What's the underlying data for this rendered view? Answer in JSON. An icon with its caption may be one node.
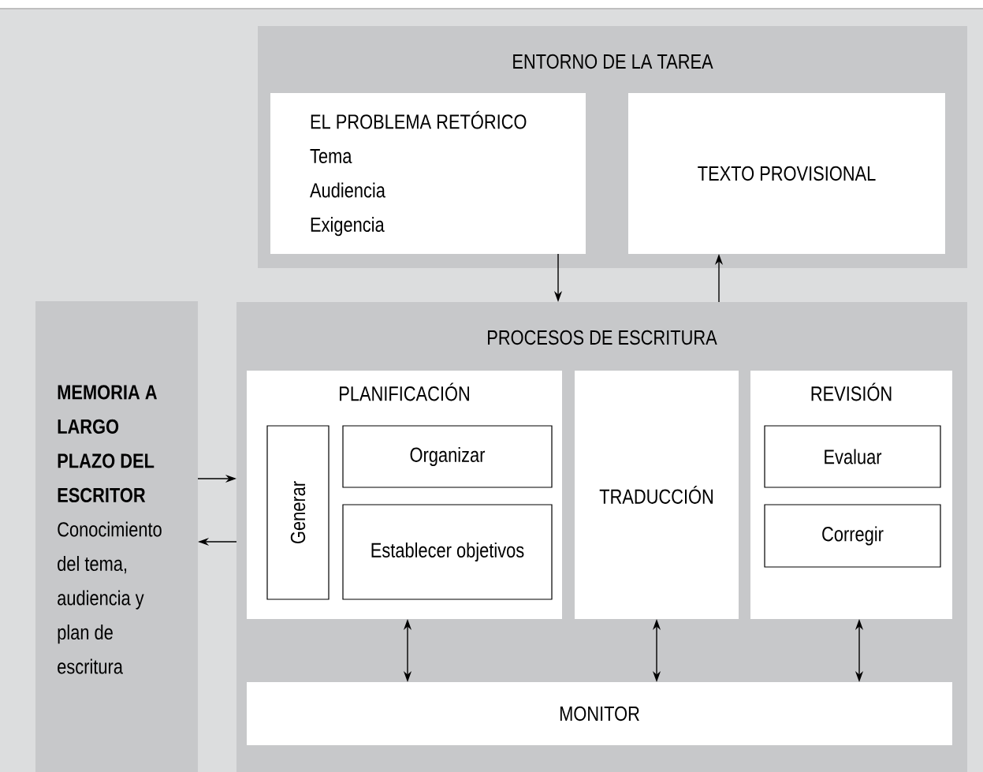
{
  "diagram": {
    "nodes": [
      {
        "text": [
          "ENTORNO DE LA TAREA"
        ]
      },
      {
        "text": [
          "EL PROBLEMA RETÓRICO",
          "Tema",
          "Audiencia",
          "Exigencia"
        ],
        "in": 0
      },
      {
        "text": [
          "TEXTO PROVISIONAL"
        ],
        "in": 0
      },
      {
        "text": [
          "MEMORIA A LARGO PLAZO DEL ESCRITOR",
          "Conocimiento del tema, audiencia y plan de escritura"
        ]
      },
      {
        "text": [
          "PROCESOS DE ESCRITURA"
        ]
      },
      {
        "text": [
          "PLANIFICACIÓN"
        ],
        "in": 4
      },
      {
        "text": [
          "Generar"
        ],
        "in": 5
      },
      {
        "text": [
          "Organizar"
        ],
        "in": 5
      },
      {
        "text": [
          "Establecer objetivos"
        ],
        "in": 5
      },
      {
        "text": [
          "TRADUCCIÓN"
        ],
        "in": 4
      },
      {
        "text": [
          "REVISIÓN"
        ],
        "in": 4
      },
      {
        "text": [
          "Evaluar"
        ],
        "in": 10
      },
      {
        "text": [
          "Corregir"
        ],
        "in": 10
      },
      {
        "text": [
          "MONITOR"
        ],
        "in": 4
      }
    ],
    "edges": [
      {
        "from": 1,
        "to": 4,
        "arrow": "to"
      },
      {
        "from": 4,
        "to": 2,
        "arrow": "to"
      },
      {
        "from": 3,
        "to": 4,
        "arrow": "to"
      },
      {
        "from": 4,
        "to": 3,
        "arrow": "to"
      },
      {
        "from": 5,
        "to": 13,
        "arrow": "both"
      },
      {
        "from": 9,
        "to": 13,
        "arrow": "both"
      },
      {
        "from": 10,
        "to": 13,
        "arrow": "both"
      }
    ]
  }
}
